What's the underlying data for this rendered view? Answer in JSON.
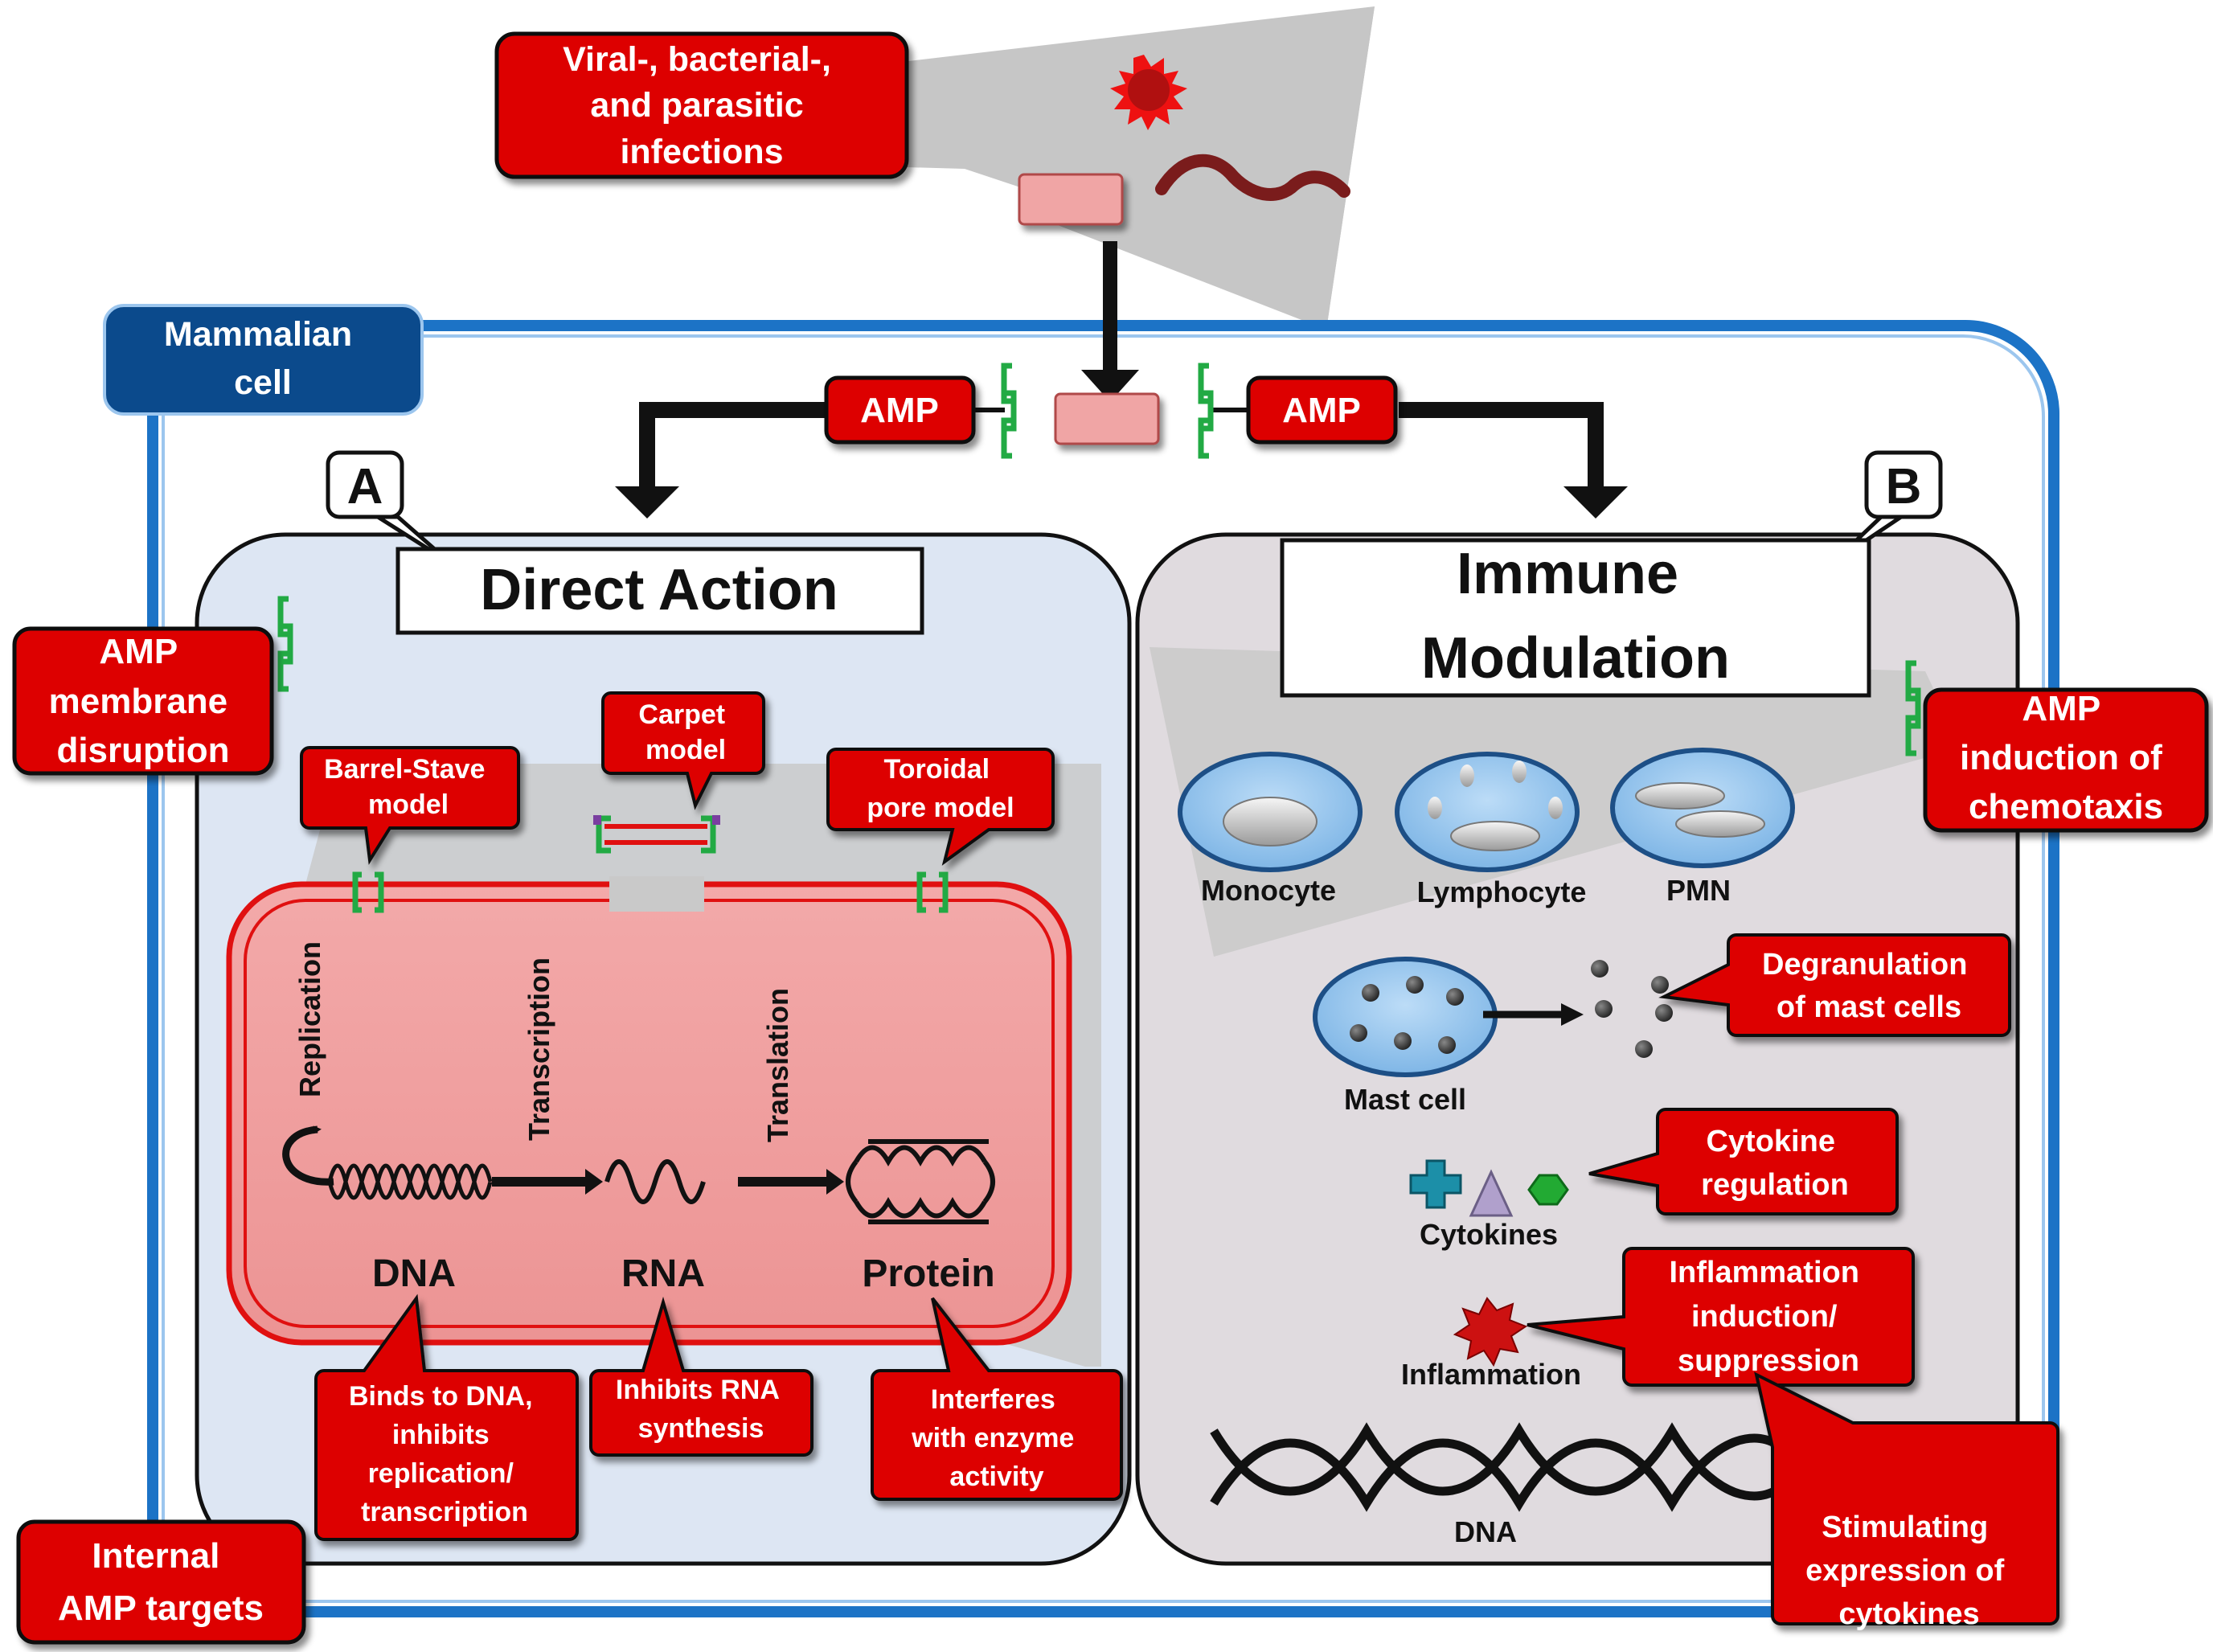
{
  "infection": {
    "lines": [
      "Viral-, bacterial-,",
      "and parasitic",
      "infections"
    ]
  },
  "mammalian_cell": {
    "lines": [
      "Mammalian",
      "cell"
    ]
  },
  "amp_left": "AMP",
  "amp_right": "AMP",
  "panel_a": {
    "letter": "A",
    "title": "Direct Action"
  },
  "panel_b": {
    "letter": "B",
    "title_lines": [
      "Immune",
      "Modulation"
    ]
  },
  "membrane_disruption": {
    "lines": [
      "AMP",
      "membrane",
      "disruption"
    ]
  },
  "barrel_stave": {
    "lines": [
      "Barrel-Stave",
      "model"
    ]
  },
  "carpet": {
    "lines": [
      "Carpet",
      "model"
    ]
  },
  "toroidal": {
    "lines": [
      "Toroidal",
      "pore model"
    ]
  },
  "processes": {
    "replication": "Replication",
    "transcription": "Transcription",
    "translation": "Translation"
  },
  "molecules": {
    "dna": "DNA",
    "rna": "RNA",
    "protein": "Protein"
  },
  "binds_dna": {
    "lines": [
      "Binds to DNA,",
      "inhibits",
      "replication/",
      "transcription"
    ]
  },
  "inhibits_rna": {
    "lines": [
      "Inhibits RNA",
      "synthesis"
    ]
  },
  "enzyme": {
    "lines": [
      "Interferes",
      "with enzyme",
      "activity"
    ]
  },
  "internal_targets": {
    "lines": [
      "Internal",
      "AMP targets"
    ]
  },
  "chemotaxis": {
    "lines": [
      "AMP",
      "induction of",
      "chemotaxis"
    ]
  },
  "cells": {
    "monocyte": "Monocyte",
    "lymphocyte": "Lymphocyte",
    "pmn": "PMN",
    "mast_cell": "Mast cell"
  },
  "degranulation": {
    "lines": [
      "Degranulation",
      "of mast cells"
    ]
  },
  "cytokines_label": "Cytokines",
  "cytokine_regulation": {
    "lines": [
      "Cytokine",
      "regulation"
    ]
  },
  "inflammation_label": "Inflammation",
  "inflammation_callout": {
    "lines": [
      "Inflammation",
      "induction/",
      "suppression"
    ]
  },
  "dna_label": "DNA",
  "stimulating": {
    "lines": [
      "Stimulating",
      "expression of",
      "cytokines"
    ]
  },
  "colors": {
    "callout_red": "#dd0000",
    "mammalian_blue": "#0b4a8c",
    "cell_border_blue": "#1c73c6",
    "panel_a_fill": "#dde6f3",
    "panel_b_fill": "#e0dbdf",
    "nucleus_fill": "#ef9f9f",
    "nucleus_border": "#e01010",
    "amp_pink": "#f0a5a5",
    "bracket_green": "#22aa44",
    "immune_cell_blue": "#8fc3ec"
  }
}
